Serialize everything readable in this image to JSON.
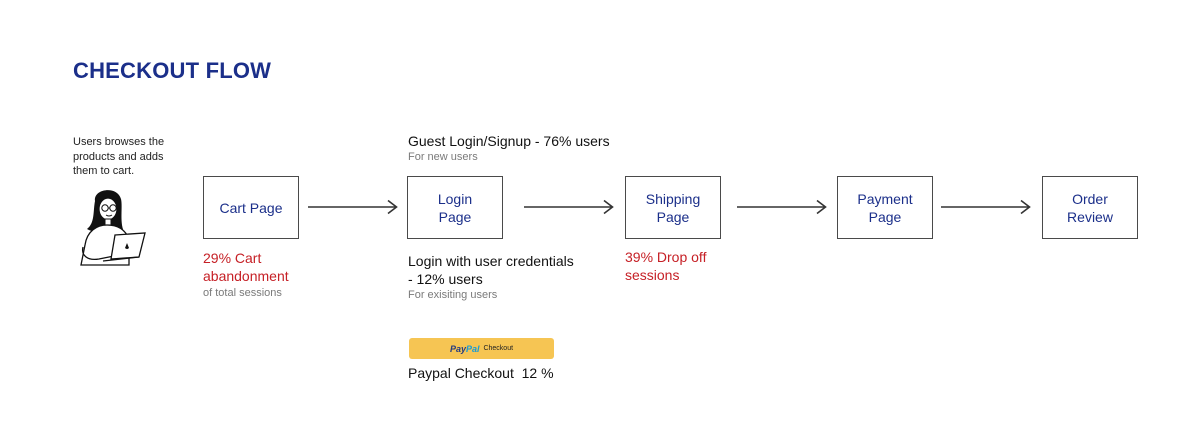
{
  "title": "CHECKOUT FLOW",
  "intro_text": "Users browses the products and  adds them to cart.",
  "steps": [
    {
      "label": "Cart Page"
    },
    {
      "label": "Login Page"
    },
    {
      "label": "Shipping Page"
    },
    {
      "label": "Payment Page"
    },
    {
      "label": "Order Review"
    }
  ],
  "cart_stat": {
    "main": "29% Cart abandonment",
    "sub": "of total sessions"
  },
  "guest_login": {
    "main": "Guest Login/Signup - 76% users",
    "sub": "For new users"
  },
  "user_login": {
    "main": "Login with user credentials - 12% users",
    "sub": "For exisiting users"
  },
  "shipping_stat": {
    "main": "39% Drop off sessions"
  },
  "paypal": {
    "logo_pay": "Pay",
    "logo_pal": "Pal",
    "button_text": "Checkout",
    "caption": "Paypal Checkout  12 %",
    "button_color": "#f6c553"
  },
  "colors": {
    "title": "#1b2f8a",
    "step_text": "#1b2f8a",
    "highlight_red": "#c62026"
  }
}
